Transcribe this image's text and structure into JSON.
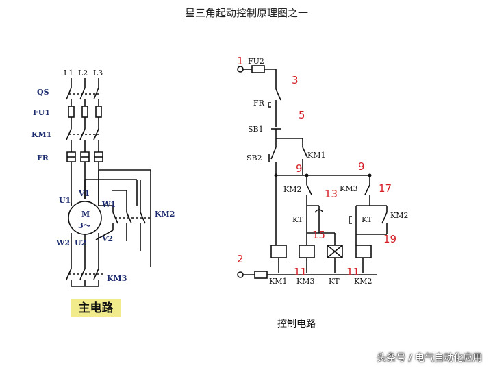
{
  "page": {
    "title": "星三角起动控制原理图之一",
    "main_circuit_caption": "主电路",
    "control_circuit_caption": "控制电路",
    "watermark": "头条号 / 电气自动化应用"
  },
  "main_circuit": {
    "phases": [
      "L1",
      "L2",
      "L3"
    ],
    "left_labels": [
      "QS",
      "FU1",
      "KM1",
      "FR"
    ],
    "motor_terminals": [
      "U1",
      "V1",
      "W1",
      "W2",
      "U2",
      "V2"
    ],
    "motor": "M",
    "motor_sub": "3～",
    "contactor_km2": "KM2",
    "contactor_km3": "KM3"
  },
  "control_circuit": {
    "components": [
      "FU2",
      "FR",
      "SB1",
      "SB2",
      "KM1",
      "KM2",
      "KM3",
      "KT",
      "KT",
      "KM2"
    ],
    "bottom_labels": [
      "KM1",
      "KM3",
      "KT",
      "KM2"
    ],
    "node_numbers": [
      "1",
      "3",
      "5",
      "9",
      "9",
      "13",
      "17",
      "15",
      "19",
      "2",
      "11",
      "11"
    ]
  }
}
